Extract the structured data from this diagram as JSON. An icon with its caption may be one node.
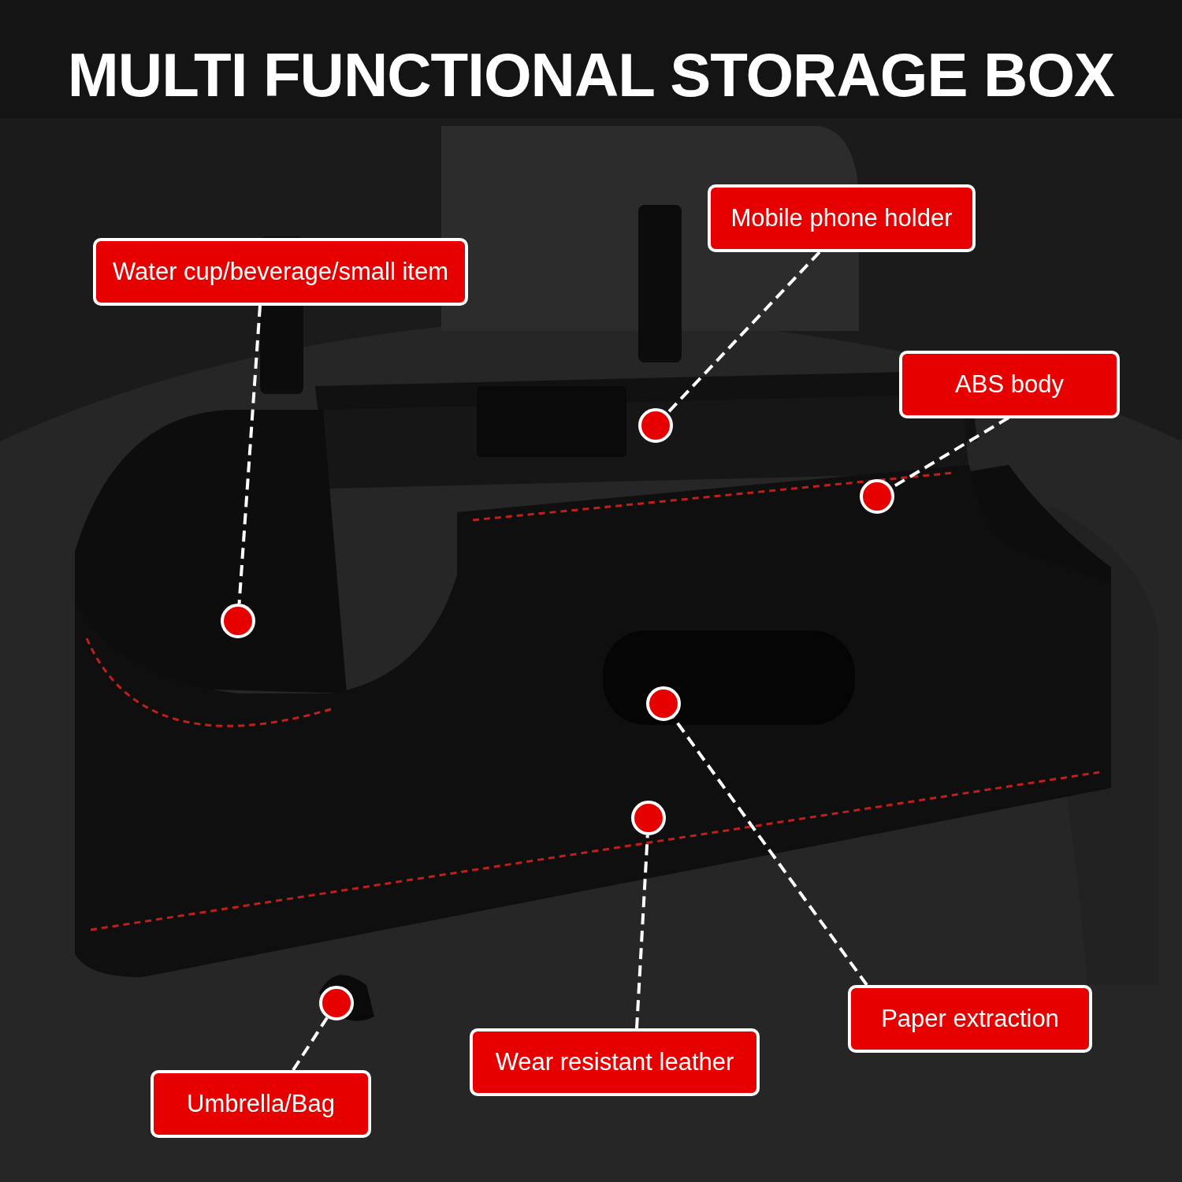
{
  "diagram": {
    "title": "MULTI FUNCTIONAL STORAGE BOX",
    "nodes": [
      {
        "text": [
          "Mobile phone holder"
        ]
      },
      {
        "text": [
          "Water cup/beverage/small item"
        ]
      },
      {
        "text": [
          "ABS body"
        ]
      },
      {
        "text": [
          "Paper extraction"
        ]
      },
      {
        "text": [
          "Wear resistant leather"
        ]
      },
      {
        "text": [
          "Umbrella/Bag"
        ]
      },
      {
        "text": [],
        "shape": "circle"
      },
      {
        "text": [],
        "shape": "circle"
      },
      {
        "text": [],
        "shape": "circle"
      },
      {
        "text": [],
        "shape": "circle"
      },
      {
        "text": [],
        "shape": "circle"
      },
      {
        "text": [],
        "shape": "circle"
      }
    ],
    "edges": [
      {
        "from": 0,
        "to": 6,
        "arrow": "none",
        "style": "dashed"
      },
      {
        "from": 1,
        "to": 8,
        "arrow": "none",
        "style": "dashed"
      },
      {
        "from": 2,
        "to": 7,
        "arrow": "none",
        "style": "dashed"
      },
      {
        "from": 3,
        "to": 9,
        "arrow": "none",
        "style": "dashed"
      },
      {
        "from": 4,
        "to": 10,
        "arrow": "none",
        "style": "dashed"
      },
      {
        "from": 5,
        "to": 11,
        "arrow": "none",
        "style": "dashed"
      }
    ]
  }
}
